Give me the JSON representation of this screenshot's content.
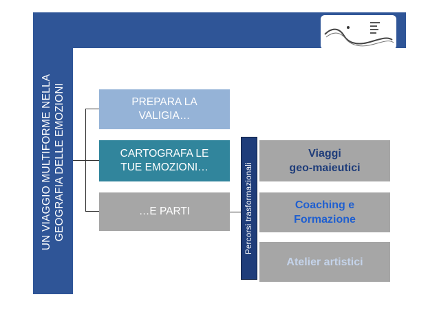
{
  "title": {
    "line1": "UN VIAGGIO MULTIFORME NELLA",
    "line2": "GEOGRAFIA DELLE EMOZIONI"
  },
  "steps": [
    {
      "label": "PREPARA LA\nVALIGIA…"
    },
    {
      "label": "CARTOGRAFA LE\nTUE EMOZIONI…"
    },
    {
      "label": "…E PARTI"
    }
  ],
  "percorsi_label": "Percorsi trasformazionali",
  "paths": [
    {
      "label": "Viaggi\ngeo-maieutici"
    },
    {
      "label": "Coaching e\nFormazione"
    },
    {
      "label": "Atelier artistici"
    }
  ],
  "logo": {
    "icon": "logo-icon"
  },
  "colors": {
    "frame": "#2f5597",
    "step1": "#95b3d7",
    "step2": "#31859c",
    "step3": "#a6a6a6",
    "percorsi": "#1f3d7a"
  }
}
